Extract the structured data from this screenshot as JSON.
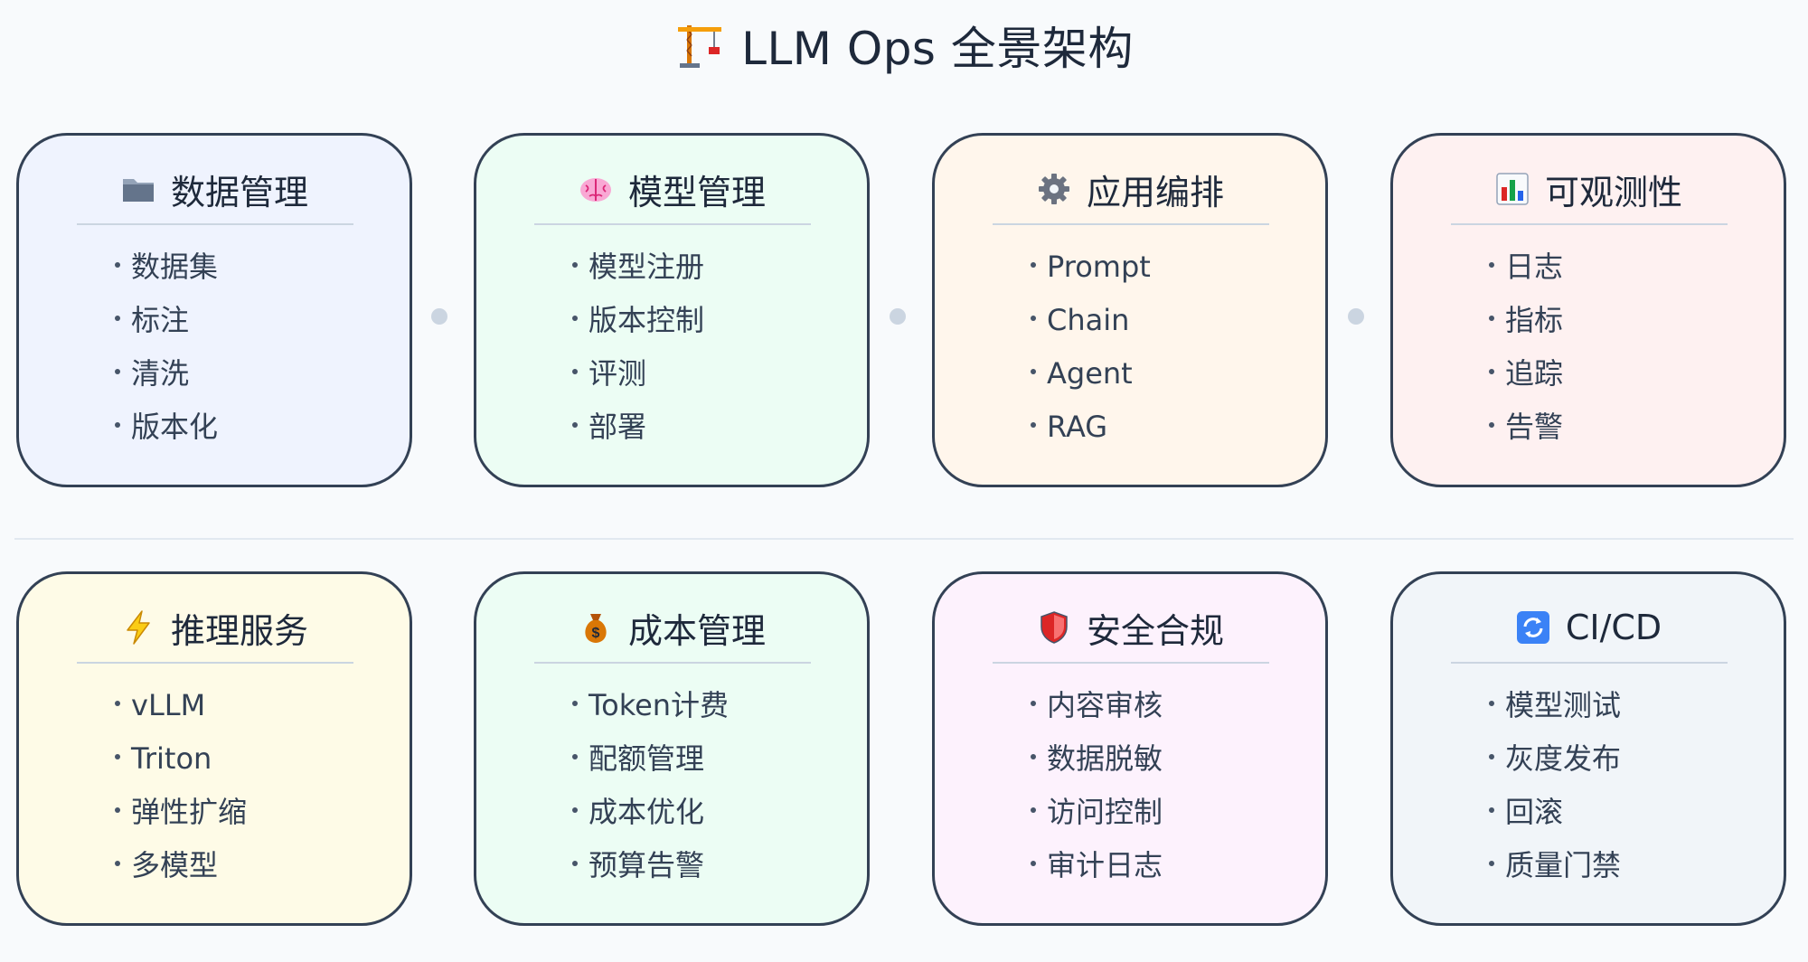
{
  "title": "LLM Ops 全景架构",
  "title_icon": "construction-crane-icon",
  "cards": [
    {
      "title": "数据管理",
      "icon": "folder-icon",
      "bg": "#eff3fe",
      "items": [
        "数据集",
        "标注",
        "清洗",
        "版本化"
      ]
    },
    {
      "title": "模型管理",
      "icon": "brain-icon",
      "bg": "#ecfdf4",
      "items": [
        "模型注册",
        "版本控制",
        "评测",
        "部署"
      ]
    },
    {
      "title": "应用编排",
      "icon": "gear-icon",
      "bg": "#fff6ec",
      "items": [
        "Prompt",
        "Chain",
        "Agent",
        "RAG"
      ]
    },
    {
      "title": "可观测性",
      "icon": "bar-chart-icon",
      "bg": "#fef1f1",
      "items": [
        "日志",
        "指标",
        "追踪",
        "告警"
      ]
    },
    {
      "title": "推理服务",
      "icon": "lightning-icon",
      "bg": "#fefbe7",
      "items": [
        "vLLM",
        "Triton",
        "弹性扩缩",
        "多模型"
      ]
    },
    {
      "title": "成本管理",
      "icon": "money-bag-icon",
      "bg": "#ecfdf4",
      "items": [
        "Token计费",
        "配额管理",
        "成本优化",
        "预算告警"
      ]
    },
    {
      "title": "安全合规",
      "icon": "shield-icon",
      "bg": "#fdf2fd",
      "items": [
        "内容审核",
        "数据脱敏",
        "访问控制",
        "审计日志"
      ]
    },
    {
      "title": "CI/CD",
      "icon": "refresh-icon",
      "bg": "#f1f5f9",
      "items": [
        "模型测试",
        "灰度发布",
        "回滚",
        "质量门禁"
      ]
    }
  ]
}
